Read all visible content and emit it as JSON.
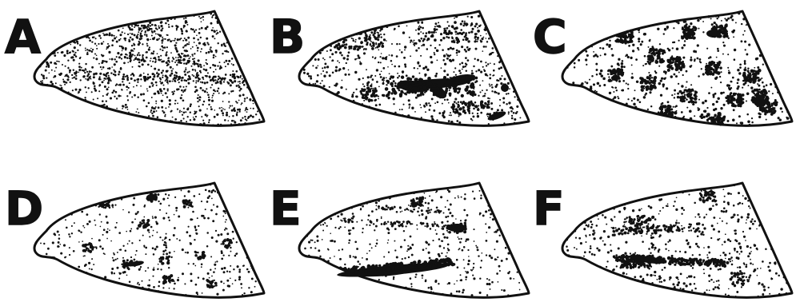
{
  "figure": {
    "panels": [
      {
        "label": "A",
        "pattern": "fine-uniform-stipple"
      },
      {
        "label": "B",
        "pattern": "central-dense-streak"
      },
      {
        "label": "C",
        "pattern": "scattered-clusters"
      },
      {
        "label": "D",
        "pattern": "sparse-scattered-flecks"
      },
      {
        "label": "E",
        "pattern": "lower-dense-band"
      },
      {
        "label": "F",
        "pattern": "lower-curved-streak"
      }
    ],
    "colors": {
      "ink": "#111111",
      "paper": "#ffffff"
    }
  }
}
